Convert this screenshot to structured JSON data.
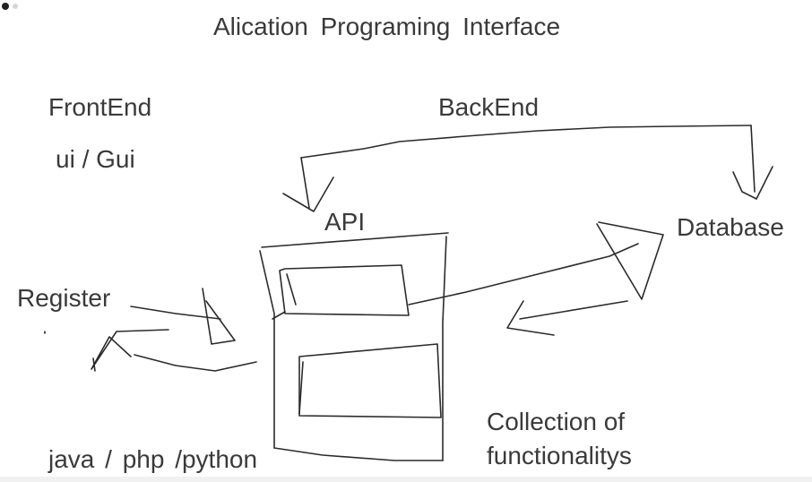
{
  "title": "Alication  Programing  Interface",
  "labels": {
    "frontend": "FrontEnd",
    "ui": "ui / Gui",
    "backend": "BackEnd",
    "api": "API",
    "database": "Database",
    "register": "Register",
    "languages": "java  / php  /python",
    "collection_line1": "Collection  of",
    "collection_line2": "functionalitys"
  },
  "colors": {
    "ink": "#2b2b2b",
    "text": "#3a3a3a",
    "background": "#ffffff"
  }
}
